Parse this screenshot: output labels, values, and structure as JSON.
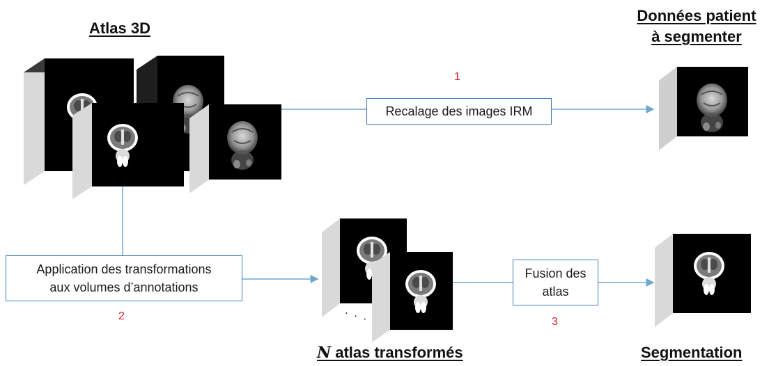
{
  "headings": {
    "atlas3d": "Atlas 3D",
    "patient_line1": "Données patient",
    "patient_line2": "à segmenter",
    "transformed_n": "N",
    "transformed_rest": " atlas transformés",
    "segmentation": "Segmentation"
  },
  "boxes": {
    "registration": "Recalage des images IRM",
    "application_line1": "Application des transformations",
    "application_line2": "aux volumes d’annotations",
    "fusion_line1": "Fusion des",
    "fusion_line2": "atlas"
  },
  "steps": {
    "one": "1",
    "two": "2",
    "three": "3"
  },
  "ellipsis": "· · ·",
  "colors": {
    "arrow": "#6fa8d0",
    "box_border": "#3d79b3",
    "step_number": "#d62020"
  }
}
